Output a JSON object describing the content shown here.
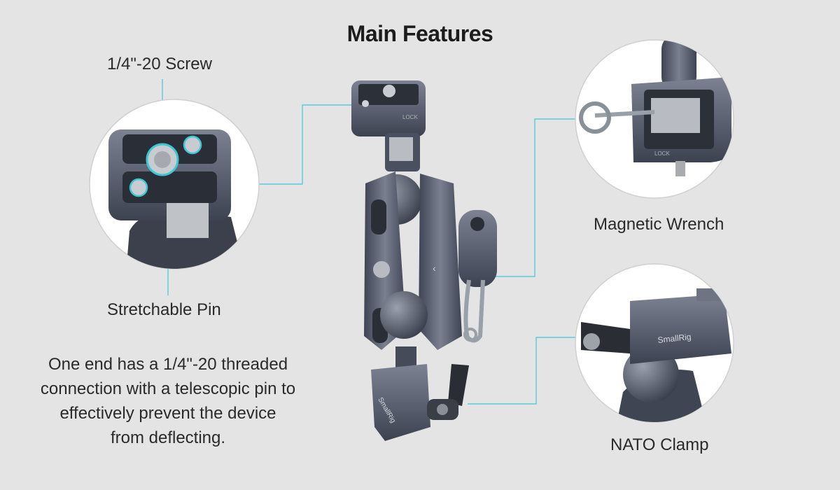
{
  "title": "Main Features",
  "callouts": {
    "screw": "1/4\"-20 Screw",
    "pin": "Stretchable Pin",
    "wrench": "Magnetic Wrench",
    "nato": "NATO Clamp"
  },
  "description_lines": [
    "One end has a 1/4\"-20 threaded",
    "connection with a telescopic pin to",
    "effectively prevent the device",
    "from deflecting."
  ],
  "brand_text": "SmallRig",
  "lock_text": "LOCK",
  "colors": {
    "background": "#e4e4e4",
    "leader_line": "#3ec6d6",
    "metal_dark": "#4a5060",
    "metal_mid": "#6a7080",
    "metal_light": "#8d93a0"
  }
}
